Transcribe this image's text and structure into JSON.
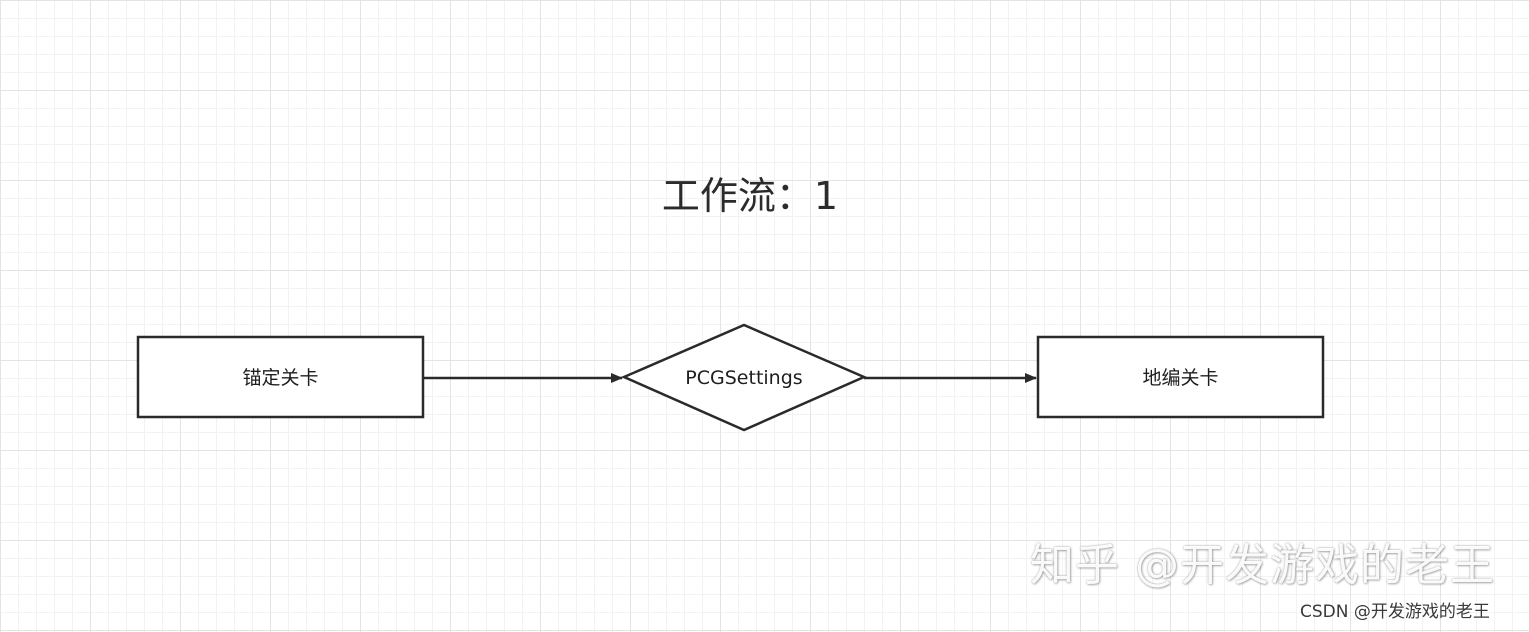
{
  "title": "工作流：1",
  "nodes": {
    "start": {
      "label": "锚定关卡",
      "shape": "rectangle"
    },
    "decision": {
      "label": "PCGSettings",
      "shape": "diamond"
    },
    "end": {
      "label": "地编关卡",
      "shape": "rectangle"
    }
  },
  "edges": [
    {
      "from": "锚定关卡",
      "to": "PCGSettings"
    },
    {
      "from": "PCGSettings",
      "to": "地编关卡"
    }
  ],
  "watermark": {
    "main": "知乎 @开发游戏的老王",
    "csdn": "CSDN @开发游戏的老王"
  },
  "colors": {
    "stroke": "#2a2a2a",
    "grid_major": "#e3e3e3",
    "grid_minor": "#f2f2f2",
    "background": "#ffffff"
  }
}
